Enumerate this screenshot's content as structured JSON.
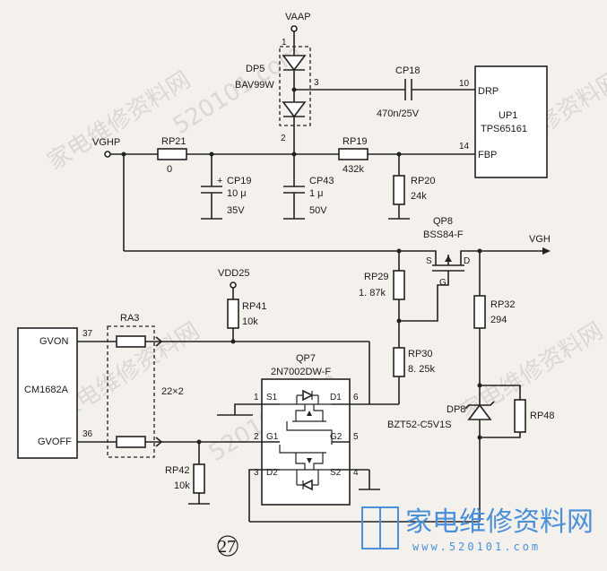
{
  "nets": {
    "vaap": "VAAP",
    "vghp": "VGHP",
    "vgh": "VGH",
    "vdd25": "VDD25"
  },
  "components": {
    "dp5": {
      "ref": "DP5",
      "part": "BAV99W",
      "pin1": "1",
      "pin2": "2",
      "pin3": "3"
    },
    "cp18": {
      "ref": "CP18",
      "value": "470n/25V"
    },
    "up1": {
      "ref": "UP1",
      "part": "TPS65161",
      "pin_drp_num": "10",
      "pin_drp": "DRP",
      "pin_fbp_num": "14",
      "pin_fbp": "FBP"
    },
    "rp21": {
      "ref": "RP21",
      "value": "0"
    },
    "cp19": {
      "ref": "CP19",
      "value": "10 μ",
      "voltage": "35V",
      "polarity": "+"
    },
    "cp43": {
      "ref": "CP43",
      "value": "1 μ",
      "voltage": "50V"
    },
    "rp19": {
      "ref": "RP19",
      "value": "432k"
    },
    "rp20": {
      "ref": "RP20",
      "value": "24k"
    },
    "qp8": {
      "ref": "QP8",
      "part": "BSS84-F",
      "pin_s": "S",
      "pin_d": "D",
      "pin_g": "G"
    },
    "rp29": {
      "ref": "RP29",
      "value": "1. 87k"
    },
    "rp30": {
      "ref": "RP30",
      "value": "8. 25k"
    },
    "rp32": {
      "ref": "RP32",
      "value": "294"
    },
    "dp8": {
      "ref": "DP8",
      "part": "BZT52-C5V1S"
    },
    "rp48": {
      "ref": "RP48"
    },
    "rp41": {
      "ref": "RP41",
      "value": "10k"
    },
    "rp42": {
      "ref": "RP42",
      "value": "10k"
    },
    "ra3": {
      "ref": "RA3",
      "value": "22×2"
    },
    "cm1682a": {
      "ref": "CM1682A",
      "pin_gvon": "GVON",
      "pin_gvon_num": "37",
      "pin_gvoff": "GVOFF",
      "pin_gvoff_num": "36"
    },
    "qp7": {
      "ref": "QP7",
      "part": "2N7002DW-F",
      "p1": "1",
      "s1": "S1",
      "d1": "D1",
      "p6": "6",
      "p2": "2",
      "g1": "G1",
      "g2": "G2",
      "p5": "5",
      "p3": "3",
      "d2": "D2",
      "s2": "S2",
      "p4": "4"
    }
  },
  "figure_number": "27",
  "watermark": {
    "cn": "家电维修资料网",
    "url": "520101.com",
    "brand_cn": "家电维修资料网",
    "brand_url": "www.520101.com"
  },
  "colors": {
    "ink": "#222222",
    "brand": "#4a90d9",
    "paper": "#f4f1ec"
  }
}
